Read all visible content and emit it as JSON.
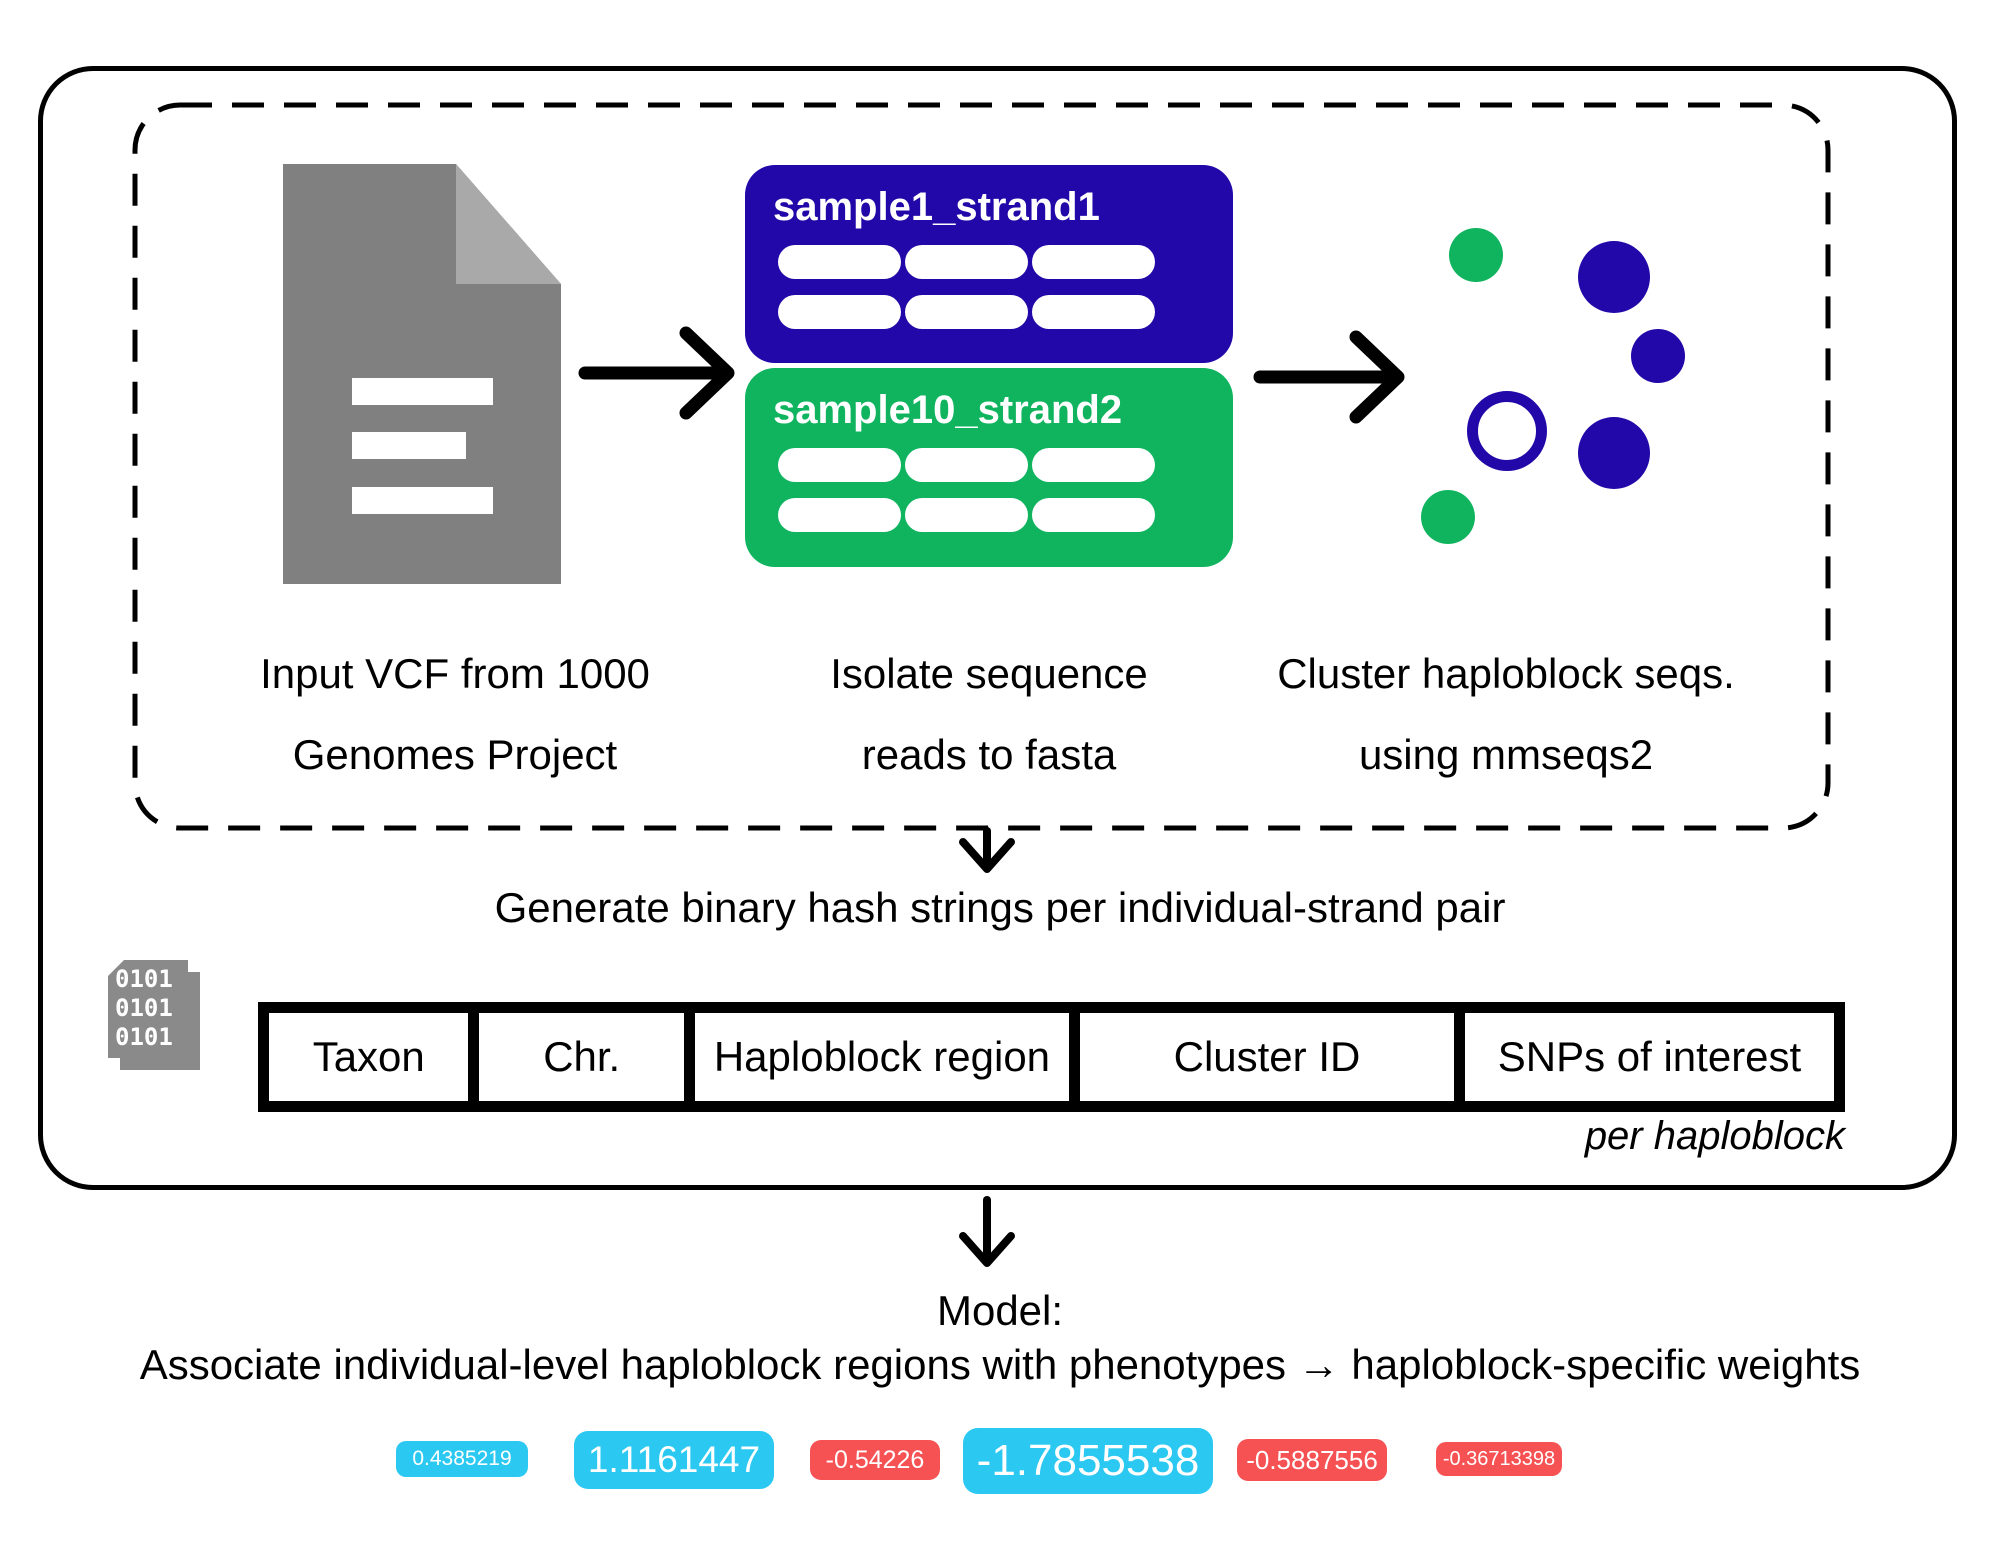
{
  "colors": {
    "blue": "#2208A8",
    "green": "#10B45F",
    "cyan": "#2BC8F2",
    "red": "#F65153",
    "document_gray": "#808080",
    "fold_gray": "#A9A9A9",
    "icon_gray": "#8A8A8A",
    "line_black": "#000000"
  },
  "pipeline": {
    "stage1": {
      "icon": "document-icon",
      "caption": "Input VCF from 1000\nGenomes Project"
    },
    "stage2": {
      "caption": "Isolate sequence\nreads to fasta",
      "samples": [
        {
          "label": "sample1_strand1",
          "color": "blue",
          "pills_per_row": 3,
          "rows": 2
        },
        {
          "label": "sample10_strand2",
          "color": "green",
          "pills_per_row": 3,
          "rows": 2
        }
      ]
    },
    "stage3": {
      "caption": "Cluster haploblock seqs.\nusing mmseqs2",
      "dots": [
        {
          "type": "filled",
          "color": "green",
          "size": "small"
        },
        {
          "type": "filled",
          "color": "blue",
          "size": "large"
        },
        {
          "type": "filled",
          "color": "blue",
          "size": "small"
        },
        {
          "type": "outline",
          "color": "blue",
          "size": "medium"
        },
        {
          "type": "filled",
          "color": "blue",
          "size": "large"
        },
        {
          "type": "filled",
          "color": "green",
          "size": "small"
        }
      ]
    }
  },
  "hash_step": {
    "title": "Generate binary hash strings per individual-strand pair",
    "binary_icon_text": "0101\n0101\n0101",
    "table_columns": [
      "Taxon",
      "Chr.",
      "Haploblock region",
      "Cluster ID",
      "SNPs of interest"
    ],
    "note": "per haploblock"
  },
  "model_step": {
    "title": "Model:",
    "description": "Associate individual-level haploblock regions with phenotypes → haploblock-specific weights",
    "weights": [
      {
        "value": "0.4385219",
        "color": "cyan"
      },
      {
        "value": "1.1161447",
        "color": "cyan"
      },
      {
        "value": "-0.54226",
        "color": "red"
      },
      {
        "value": "-1.7855538",
        "color": "cyan"
      },
      {
        "value": "-0.5887556",
        "color": "red"
      },
      {
        "value": "-0.36713398",
        "color": "red"
      }
    ]
  }
}
